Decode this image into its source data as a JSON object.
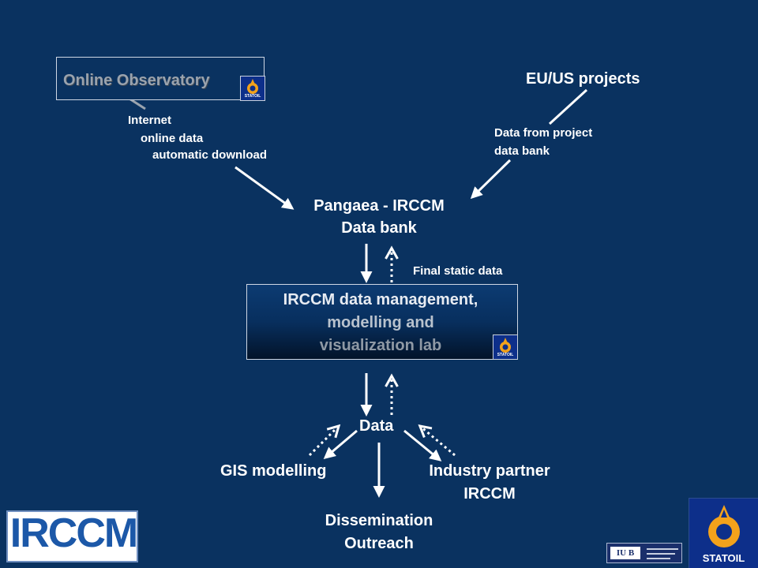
{
  "nodes": {
    "online_observatory": "Online Observatory",
    "eu_us_projects": "EU/US projects",
    "pangaea_line1": "Pangaea - IRCCM",
    "pangaea_line2": "Data bank",
    "lab_line1": "IRCCM data management,",
    "lab_line2": "modelling and",
    "lab_line3": "visualization lab",
    "data": "Data",
    "gis": "GIS modelling",
    "industry_line1": "Industry partner",
    "industry_line2": "IRCCM",
    "dissemination_line1": "Dissemination",
    "dissemination_line2": "Outreach"
  },
  "edge_labels": {
    "internet_line1": "Internet",
    "internet_line2": "online data",
    "internet_line3": "automatic download",
    "project_line1": "Data from project",
    "project_line2": "data bank",
    "final_static": "Final static data"
  },
  "logos": {
    "statoil": "STATOIL",
    "statoil_small": "STATOIL",
    "irccm": "IRCCM",
    "iub": "IU B"
  },
  "colors": {
    "background": "#0a3260",
    "text": "#ffffff",
    "statoil_blue": "#0d2f8a",
    "statoil_orange": "#f3a21b",
    "irccm_blue": "#1c58a8"
  }
}
